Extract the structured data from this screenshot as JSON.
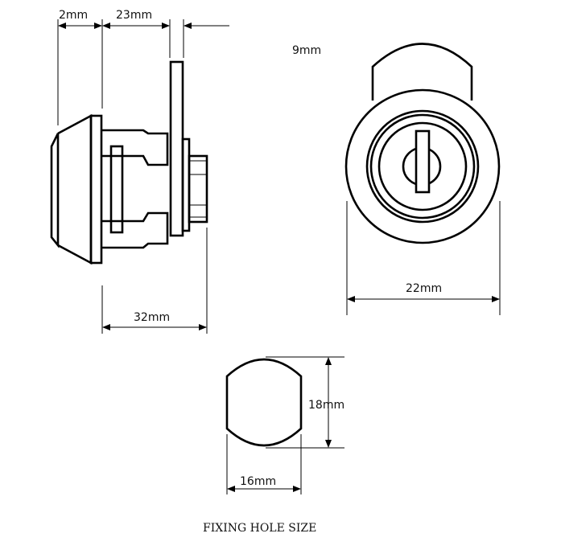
{
  "dimensions": {
    "side_flange": "2mm",
    "side_body": "23mm",
    "side_plate": "9mm",
    "side_total": "32mm",
    "front_diameter": "22mm",
    "hole_height": "18mm",
    "hole_width": "16mm"
  },
  "caption": "FIXING HOLE SIZE",
  "colors": {
    "line": "#000000",
    "background": "#ffffff"
  }
}
